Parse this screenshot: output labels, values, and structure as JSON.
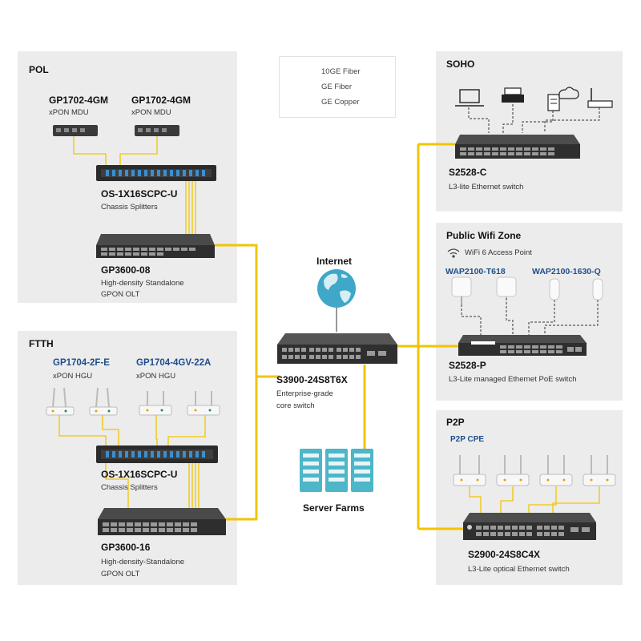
{
  "legend": {
    "items": [
      {
        "label": "10GE Fiber",
        "color": "#f2c500",
        "style": "thick"
      },
      {
        "label": "GE Fiber",
        "color": "#f2c500",
        "style": "thin"
      },
      {
        "label": "GE Copper",
        "color": "#333333",
        "style": "dashed"
      }
    ]
  },
  "pol": {
    "title": "POL",
    "mdu1": {
      "name": "GP1702-4GM",
      "desc": "xPON MDU"
    },
    "mdu2": {
      "name": "GP1702-4GM",
      "desc": "xPON MDU"
    },
    "splitter": {
      "name": "OS-1X16SCPC-U",
      "desc": "Chassis  Splitters"
    },
    "olt": {
      "name": "GP3600-08",
      "desc1": "High-density Standalone",
      "desc2": "GPON OLT"
    }
  },
  "ftth": {
    "title": "FTTH",
    "hgu1": {
      "name": "GP1704-2F-E",
      "desc": "xPON HGU"
    },
    "hgu2": {
      "name": "GP1704-4GV-22A",
      "desc": "xPON HGU"
    },
    "splitter": {
      "name": "OS-1X16SCPC-U",
      "desc": "Chassis  Splitters"
    },
    "olt": {
      "name": "GP3600-16",
      "desc1": "High-density-Standalone",
      "desc2": "GPON OLT"
    }
  },
  "core": {
    "internet": "Internet",
    "switch": {
      "name": "S3900-24S8T6X",
      "desc1": "Enterprise-grade",
      "desc2": "core switch"
    },
    "servers": "Server Farms"
  },
  "soho": {
    "title": "SOHO",
    "switch": {
      "name": "S2528-C",
      "desc": "L3-lite Ethernet  switch"
    }
  },
  "wifi": {
    "title": "Public Wifi Zone",
    "ap_label": "WiFi 6 Access Point",
    "ap1": "WAP2100-T618",
    "ap2": "WAP2100-1630-Q",
    "switch": {
      "name": "S2528-P",
      "desc": "L3-Lite managed Ethernet PoE switch"
    }
  },
  "p2p": {
    "title": "P2P",
    "cpe": "P2P CPE",
    "switch": {
      "name": "S2900-24S8C4X",
      "desc": "L3-Lite  optical Ethernet switch"
    }
  }
}
